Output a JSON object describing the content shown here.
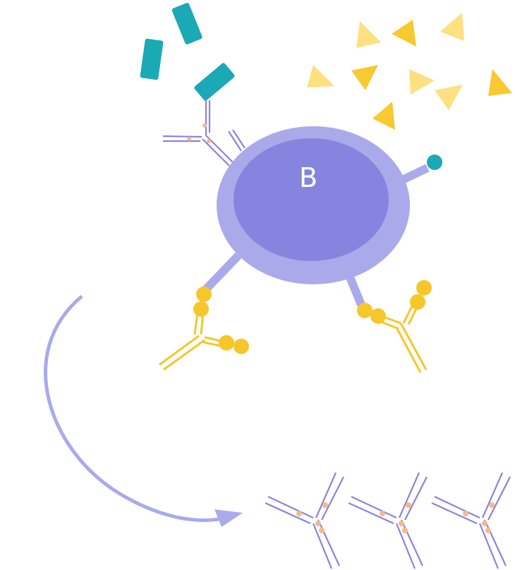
{
  "diagram": {
    "cell_label": "B",
    "colors": {
      "cell_outer": "#aaaaea",
      "cell_inner": "#8585e0",
      "antibody": "#8a84de",
      "antibody_dots": "#f7b98a",
      "bound_antibody": "#f6c62b",
      "teal": "#1ca9b6",
      "yellow_dark": "#f9c930",
      "yellow_light": "#fde07f",
      "arrow": "#aaaaea"
    },
    "elements": [
      "b-cell",
      "teal-antigen-fragments",
      "yellow-antigen-fragments",
      "membrane-antibodies",
      "secreted-antibodies",
      "process-arrow"
    ]
  }
}
